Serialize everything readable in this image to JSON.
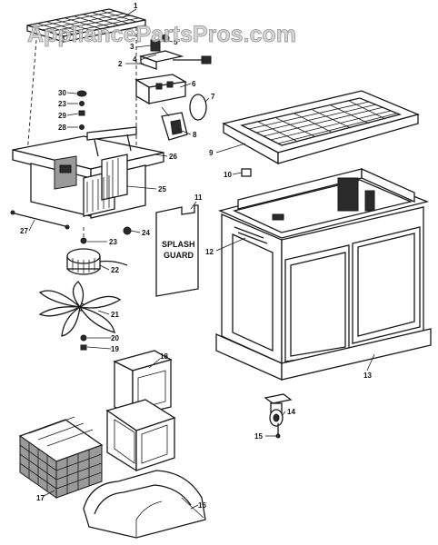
{
  "watermark": "AppliancePartsPros.com",
  "splash_guard_text": [
    "SPLASH",
    "GUARD"
  ],
  "callouts": [
    "1",
    "2",
    "3",
    "4",
    "5",
    "6",
    "7",
    "8",
    "9",
    "10",
    "11",
    "12",
    "13",
    "14",
    "15",
    "16",
    "17",
    "18",
    "19",
    "20",
    "21",
    "22",
    "23",
    "23",
    "24",
    "25",
    "26",
    "27",
    "28",
    "29",
    "30"
  ]
}
